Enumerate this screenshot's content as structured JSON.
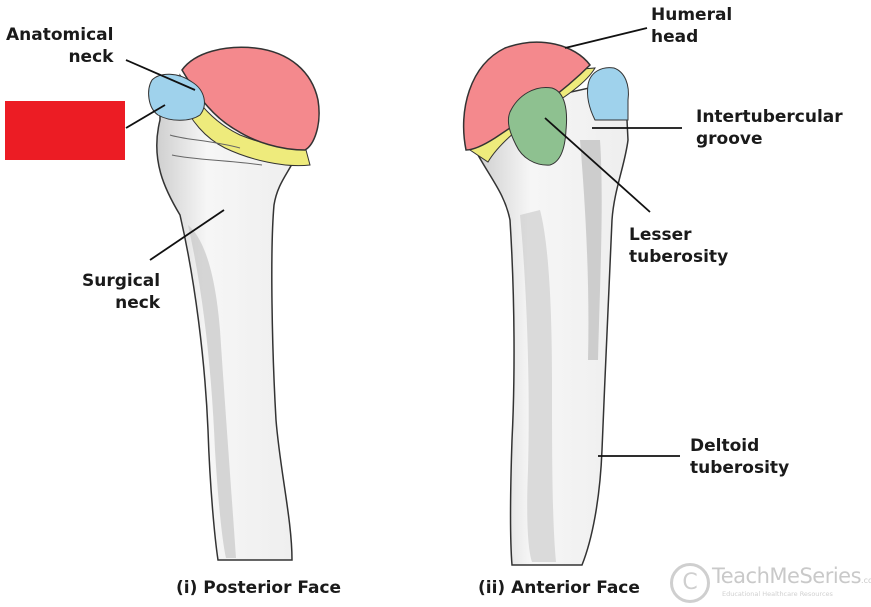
{
  "labels": {
    "anatomical_neck": [
      "Anatomical",
      "neck"
    ],
    "humeral_head": [
      "Humeral",
      "head"
    ],
    "intertubercular_groove": [
      "Intertubercular",
      "groove"
    ],
    "surgical_neck": [
      "Surgical",
      "neck"
    ],
    "lesser_tuberosity": [
      "Lesser",
      "tuberosity"
    ],
    "deltoid_tuberosity": [
      "Deltoid",
      "tuberosity"
    ]
  },
  "captions": {
    "posterior": "(i) Posterior Face",
    "anterior": "(ii) Anterior Face"
  },
  "watermark": {
    "brand": "TeachMeSeries",
    "suffix": ".com",
    "tagline": "Educational Healthcare Resources"
  },
  "colors": {
    "head": "#f4898d",
    "anatomical_neck": "#eeeb7c",
    "greater_tubercle": "#9fd2ec",
    "lesser_tubercle": "#8ec190",
    "redaction": "#ec1c24",
    "bone": "#f9f9f9",
    "bone_outline": "#333333"
  }
}
